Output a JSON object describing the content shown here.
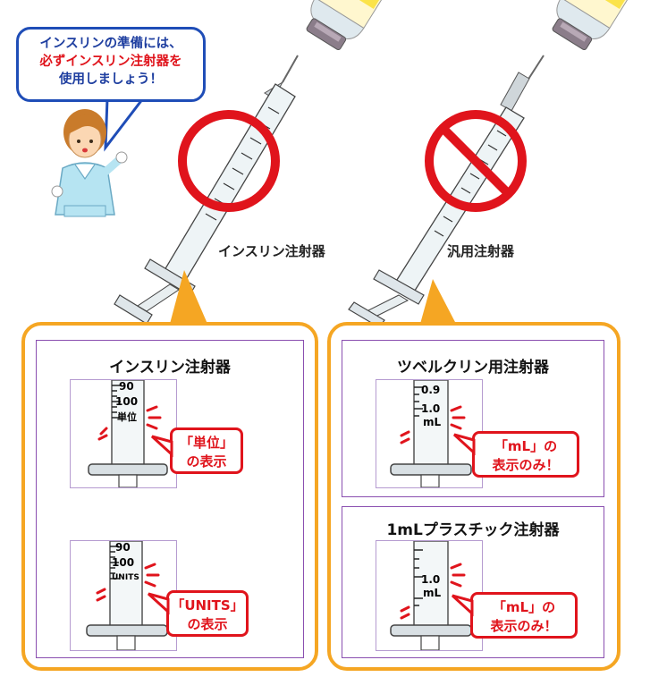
{
  "speech_bubble": {
    "line1": "インスリンの準備には、",
    "line2": "必ずインスリン注射器を",
    "line3": "使用しましょう！"
  },
  "top_labels": {
    "insulin_syringe": "インスリン注射器",
    "general_syringe": "汎用注射器"
  },
  "left_panel": {
    "title": "インスリン注射器",
    "zoom1": {
      "ticks": [
        "90",
        "100",
        "単位"
      ],
      "callout_line1": "「単位」",
      "callout_line2": "の表示"
    },
    "zoom2": {
      "ticks": [
        "90",
        "100",
        "UNITS"
      ],
      "callout_line1": "「UNITS」",
      "callout_line2": "の表示"
    }
  },
  "right_panel": {
    "box1": {
      "title": "ツベルクリン用注射器",
      "ticks": [
        "0.9",
        "1.0",
        "mL"
      ],
      "callout_line1": "「mL」の",
      "callout_line2": "表示のみ！"
    },
    "box2": {
      "title": "1mLプラスチック注射器",
      "ticks": [
        "1.0",
        "mL"
      ],
      "callout_line1": "「mL」の",
      "callout_line2": "表示のみ！"
    }
  },
  "colors": {
    "orange": "#f5a623",
    "red": "#e0141c",
    "blue": "#1f4db7",
    "purple": "#8a4fb0"
  }
}
